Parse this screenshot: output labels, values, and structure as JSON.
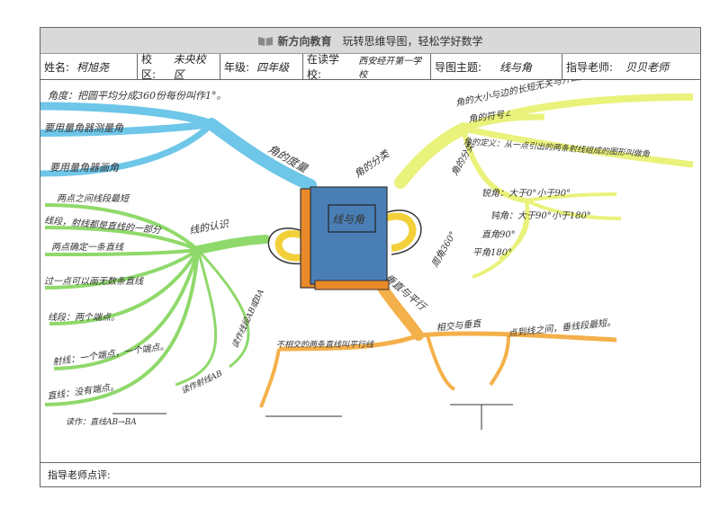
{
  "header": {
    "brand": "新方向教育",
    "slogan": "玩转思维导图，轻松学好数学"
  },
  "info": {
    "name_label": "姓名:",
    "name_value": "柯旭尧",
    "campus_label": "校区:",
    "campus_value": "未央校区",
    "grade_label": "年级:",
    "grade_value": "四年级",
    "school_label": "在读学校:",
    "school_value": "西安经开第一学校",
    "topic_label": "导图主题:",
    "topic_value": "线与角",
    "teacher_label": "指导老师:",
    "teacher_value": "贝贝老师"
  },
  "footer": {
    "comment_label": "指导老师点评:"
  },
  "center": {
    "book_title": "线与角"
  },
  "branches": {
    "measure": {
      "title": "角的度量",
      "items": [
        "角度：把圆平均分成360份每份叫作1°。",
        "要用量角器测量角",
        "要用量角器画角"
      ]
    },
    "lines": {
      "title": "线的认识",
      "items": [
        "两点之间线段最短",
        "线段，射线都是直线的一部分",
        "两点确定一条直线",
        "过一点可以画无数条直线",
        "线段：两个端点。",
        "射线：一个端点，一个端点。",
        "直线：没有端点。",
        "读作：直线AB→BA",
        "读作射线AB",
        "读作线段AB或BA"
      ]
    },
    "angles": {
      "title": "角的分类",
      "items": [
        "角的大小与边的长短无关与开口大小有关",
        "角的符号∠",
        "角的定义：从一点引出的两条射线组成的图形叫做角",
        "锐角：大于0°小于90°",
        "钝角：大于90°小于180°",
        "直角90°",
        "平角180°",
        "周角360°",
        "角的分类"
      ]
    },
    "perp": {
      "title": "垂直与平行",
      "items": [
        "不相交的两条直线叫平行线",
        "相交与垂直",
        "点到线之间，垂线段最短。"
      ]
    }
  },
  "colors": {
    "measure": "#6ec6e8",
    "lines": "#8fd96b",
    "angles": "#e9f27a",
    "perp": "#f4b04a",
    "book": "#4a7fb5",
    "book_edge": "#e88a2a",
    "handle": "#f3d03a"
  }
}
